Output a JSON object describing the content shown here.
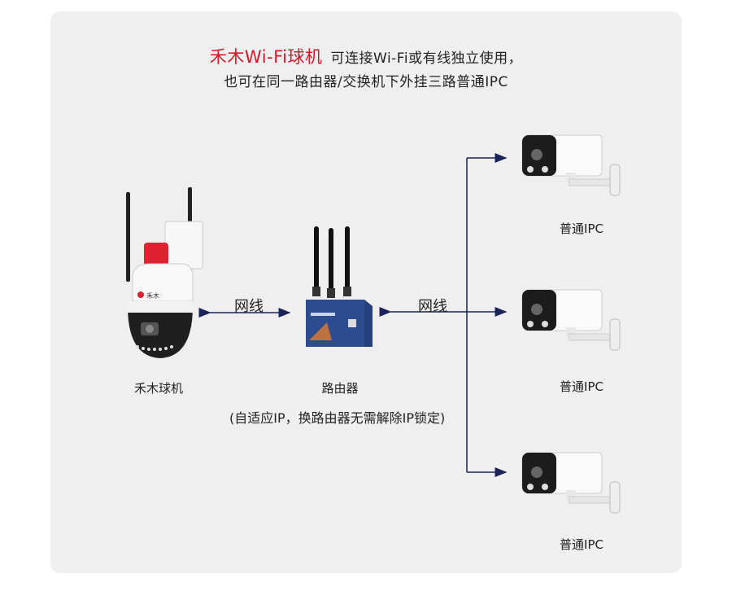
{
  "header": {
    "brand": "禾木Wi-Fi球机",
    "line1": "可连接Wi-Fi或有线独立使用，",
    "line2": "也可在同一路由器/交换机下外挂三路普通IPC"
  },
  "links": {
    "left_label": "网线",
    "right_label": "网线"
  },
  "devices": {
    "dome": {
      "label": "禾木球机",
      "logo_text": "禾木"
    },
    "router": {
      "label": "路由器",
      "note": "(自适应IP，换路由器无需解除IP锁定)"
    },
    "ipcs": [
      {
        "label": "普通IPC"
      },
      {
        "label": "普通IPC"
      },
      {
        "label": "普通IPC"
      }
    ]
  },
  "colors": {
    "brand": "#d8182a",
    "line": "#1a2458",
    "panel": "#efefef"
  }
}
